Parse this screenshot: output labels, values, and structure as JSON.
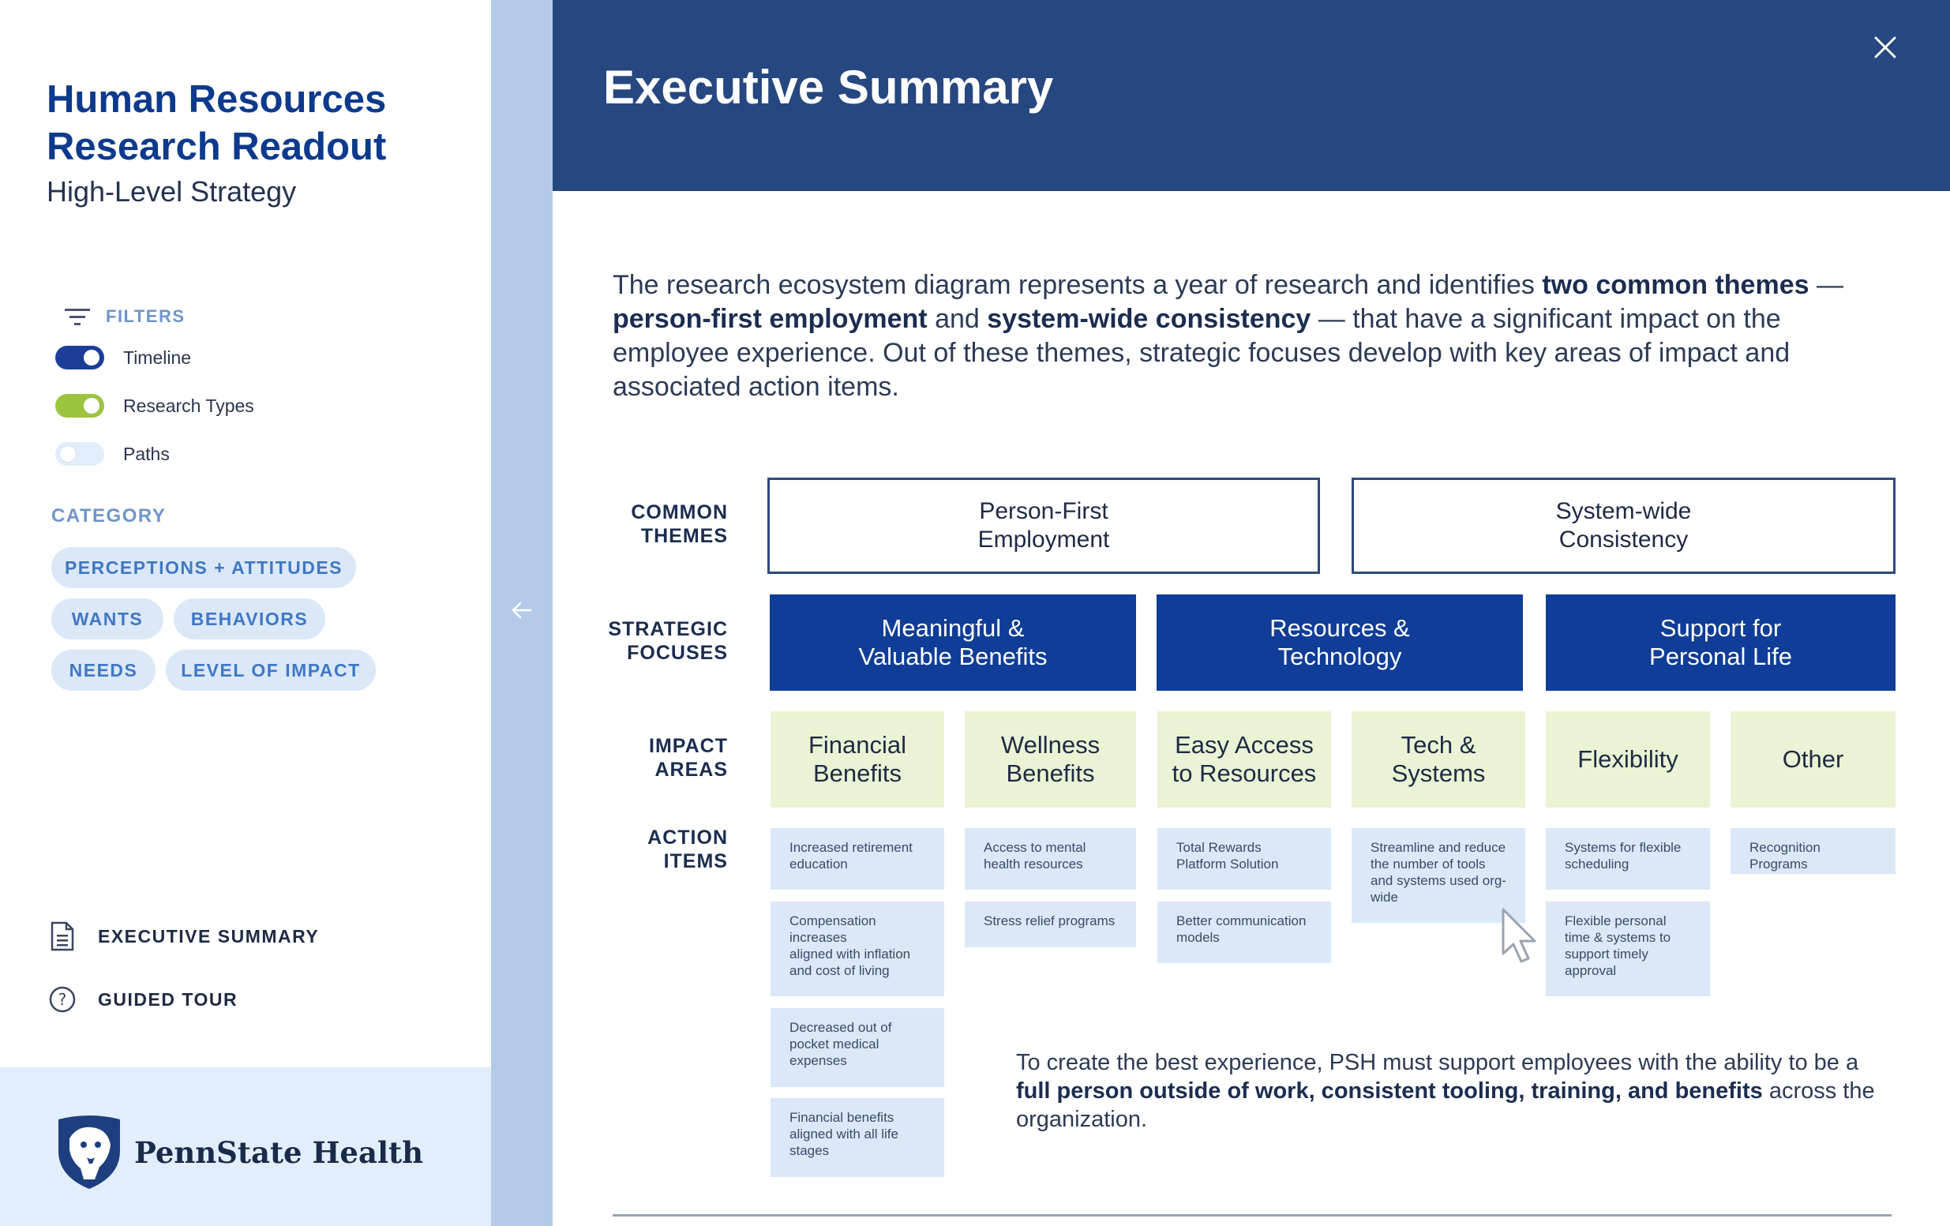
{
  "sidebar": {
    "title": "Human Resources Research Readout",
    "subtitle": "High-Level Strategy",
    "filters": {
      "label": "FILTERS",
      "toggles": [
        {
          "label": "Timeline",
          "state": "on",
          "color": "#1b3f99"
        },
        {
          "label": "Research Types",
          "state": "on",
          "color": "#9cc43f"
        },
        {
          "label": "Paths",
          "state": "off",
          "color": "#e2eefb"
        }
      ]
    },
    "category": {
      "label": "CATEGORY",
      "pills": [
        "PERCEPTIONS + ATTITUDES",
        "WANTS",
        "BEHAVIORS",
        "NEEDS",
        "LEVEL OF IMPACT"
      ]
    },
    "nav": [
      {
        "label": "EXECUTIVE SUMMARY",
        "icon": "document-icon"
      },
      {
        "label": "GUIDED TOUR",
        "icon": "question-circle-icon"
      }
    ],
    "brand": "PennState Health"
  },
  "main": {
    "title": "Executive Summary",
    "intro": {
      "p1": "The research ecosystem diagram represents a year of research and identifies ",
      "b1": "two common themes",
      "p2": " — ",
      "b2": "person-first employment",
      "p3": " and ",
      "b3": "system-wide consistency",
      "p4": " — that have a significant impact on the employee experience. Out of these themes, strategic focuses develop with key areas of impact and associated action items."
    },
    "row_labels": {
      "themes": [
        "COMMON",
        "THEMES"
      ],
      "focuses": [
        "STRATEGIC",
        "FOCUSES"
      ],
      "impact": [
        "IMPACT",
        "AREAS"
      ],
      "actions": [
        "ACTION",
        "ITEMS"
      ]
    },
    "themes": [
      [
        "Person-First",
        "Employment"
      ],
      [
        "System-wide",
        "Consistency"
      ]
    ],
    "focuses": [
      [
        "Meaningful &",
        "Valuable Benefits"
      ],
      [
        "Resources &",
        "Technology"
      ],
      [
        "Support for",
        "Personal Life"
      ]
    ],
    "impact_areas": [
      [
        "Financial",
        "Benefits"
      ],
      [
        "Wellness",
        "Benefits"
      ],
      [
        "Easy Access",
        "to Resources"
      ],
      [
        "Tech &",
        "Systems"
      ],
      [
        "Flexibility",
        ""
      ],
      [
        "Other",
        ""
      ]
    ],
    "actions": {
      "financial": [
        [
          "Increased retirement",
          "education"
        ],
        [
          "Compensation",
          "increases",
          "aligned with inflation",
          "and cost of living"
        ],
        [
          "Decreased out of",
          "pocket medical",
          "expenses"
        ],
        [
          "Financial benefits",
          "aligned with all life",
          "stages"
        ]
      ],
      "wellness": [
        [
          "Access to mental",
          "health resources"
        ],
        [
          "Stress relief programs"
        ]
      ],
      "access": [
        [
          "Total Rewards",
          "Platform Solution"
        ],
        [
          "Better communication",
          "models"
        ]
      ],
      "tech": [
        [
          "Streamline and reduce",
          "the number of tools",
          "and systems used org-",
          "wide"
        ]
      ],
      "flexibility": [
        [
          "Systems for flexible",
          "scheduling"
        ],
        [
          "Flexible personal",
          "time & systems to",
          "support timely",
          "approval"
        ]
      ],
      "other": [
        [
          "Recognition Programs"
        ]
      ]
    },
    "closing": {
      "p1": "To create the best experience, PSH must support employees with the ability to be a ",
      "b1": "full person outside of work, consistent tooling, training, and benefits",
      "p2": " across the organization."
    }
  },
  "colors": {
    "header_bg": "#26477f",
    "focus_bg": "#0f3d97",
    "impact_bg": "#eaf4d5",
    "action_bg": "#dbe8f8",
    "strip_bg": "#b3cbe8"
  }
}
